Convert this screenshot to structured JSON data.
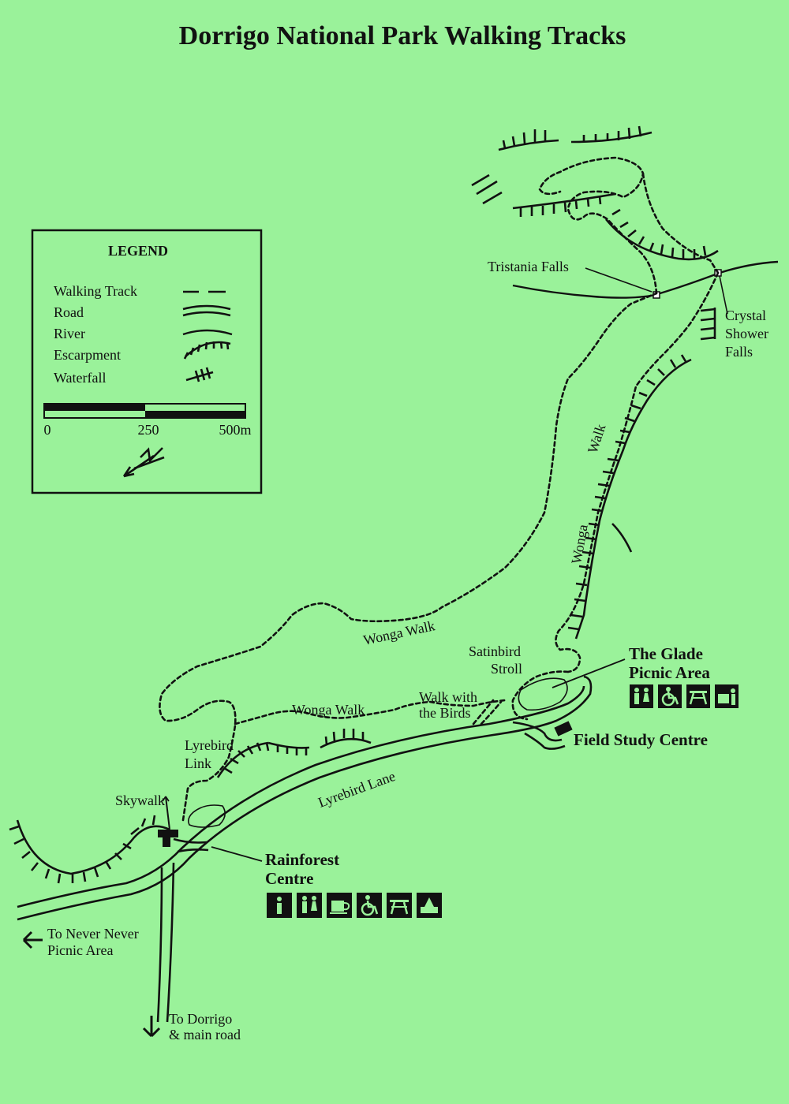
{
  "title": "Dorrigo National Park Walking Tracks",
  "legend": {
    "heading": "LEGEND",
    "items": [
      {
        "label": "Walking Track",
        "symbol": "dashed-line-icon"
      },
      {
        "label": "Road",
        "symbol": "double-line-icon"
      },
      {
        "label": "River",
        "symbol": "curved-line-icon"
      },
      {
        "label": "Escarpment",
        "symbol": "hatched-arc-icon"
      },
      {
        "label": "Waterfall",
        "symbol": "crossed-line-icon"
      }
    ],
    "scale": {
      "ticks": [
        "0",
        "250",
        "500m"
      ]
    },
    "north_arrow": "north-arrow-icon"
  },
  "labels": {
    "tristania_falls": "Tristania Falls",
    "crystal_shower_falls": [
      "Crystal",
      "Shower",
      "Falls"
    ],
    "wonga_walk_vertical_1": "Walk",
    "wonga_walk_vertical_2": "Wonga",
    "wonga_walk_upper": "Wonga Walk",
    "wonga_walk_lower": "Wonga Walk",
    "satinbird_stroll": [
      "Satinbird",
      "Stroll"
    ],
    "walk_with_birds": [
      "Walk with",
      "the Birds"
    ],
    "glade_picnic_area": [
      "The Glade",
      "Picnic Area"
    ],
    "field_study_centre": "Field Study Centre",
    "lyrebird_link": [
      "Lyrebird",
      "Link"
    ],
    "lyrebird_lane": "Lyrebird Lane",
    "skywalk": "Skywalk",
    "rainforest_centre": [
      "Rainforest",
      "Centre"
    ],
    "never_never": [
      "To Never Never",
      "Picnic Area"
    ],
    "to_dorrigo": [
      "To Dorrigo",
      "& main road"
    ]
  },
  "facilities": {
    "glade": [
      "toilets-icon",
      "wheelchair-access-icon",
      "picnic-table-icon",
      "bbq-icon"
    ],
    "rainforest_centre": [
      "information-icon",
      "toilets-icon",
      "cafe-icon",
      "wheelchair-access-icon",
      "picnic-table-icon",
      "shelter-icon"
    ]
  },
  "colors": {
    "paper": "#9af29a",
    "ink": "#111111"
  }
}
